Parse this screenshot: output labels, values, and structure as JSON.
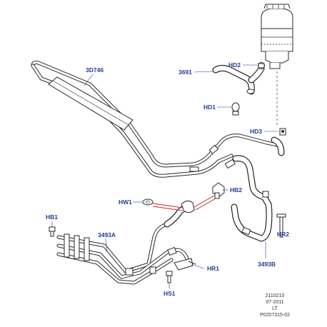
{
  "labels": {
    "reservoir_hose": "3691",
    "clamp_hd2": "HD2",
    "clamp_hd1": "HD1",
    "clamp_hd3": "HD3",
    "cooler_pipe": "3D746",
    "washer_hw1": "HW1",
    "bolt_hb2": "HB2",
    "bolt_hb1": "HB1",
    "pressure_pipe": "3493A",
    "return_hose": "3493B",
    "bracket_hr2": "HR2",
    "bracket_hr1": "HR1",
    "screw_hs1": "HS1"
  },
  "reference": {
    "code": "2110210",
    "date": "07-2011",
    "region": "LT",
    "part_number": "P0207315-02"
  },
  "colors": {
    "label": "#1f3f8f",
    "line": "#2a2a2a",
    "seal_highlight": "#cc2222"
  }
}
